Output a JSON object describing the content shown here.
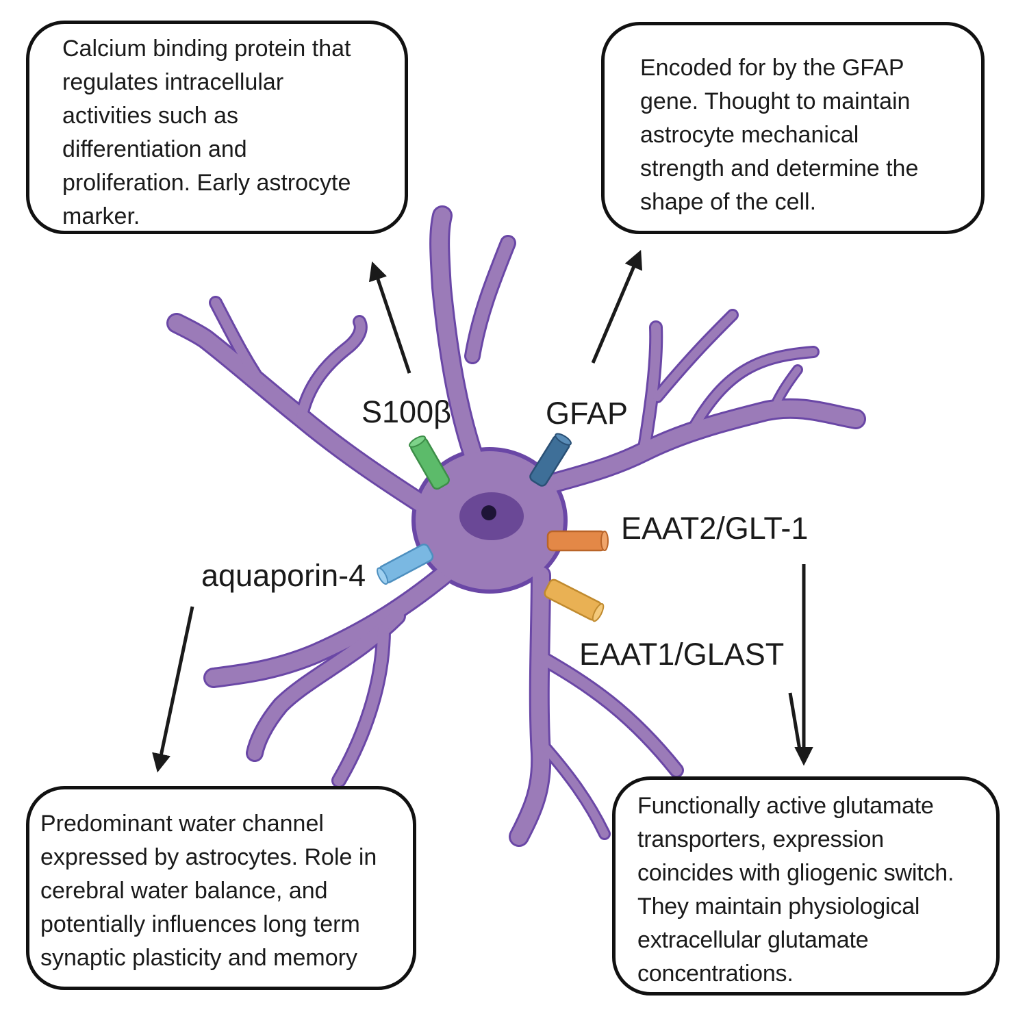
{
  "markers": {
    "s100b": "S100β",
    "gfap": "GFAP",
    "eaat2": "EAAT2/GLT-1",
    "eaat1": "EAAT1/GLAST",
    "aquaporin4": "aquaporin-4"
  },
  "descriptions": {
    "s100b": "Calcium binding protein that\nregulates intracellular\nactivities such as\ndifferentiation and\nproliferation. Early astrocyte\nmarker.",
    "gfap": "Encoded for by the GFAP\ngene. Thought to maintain\nastrocyte mechanical\nstrength and determine the\nshape of the cell.",
    "aquaporin4": "Predominant water channel\nexpressed by astrocytes. Role in\ncerebral water balance, and\npotentially influences long term\nsynaptic plasticity and memory",
    "glutamate_transporters": "Functionally active glutamate\ntransporters, expression\ncoincides with gliogenic switch.\nThey maintain physiological\nextracellular glutamate\nconcentrations."
  },
  "colors": {
    "cell_fill": "#9b7bb8",
    "cell_outline": "#6a47a6",
    "nucleus": "#6a4896",
    "nucleolus": "#1e1437",
    "s100b_channel": "#5cbb6a",
    "gfap_channel": "#3e6f98",
    "eaat2_channel": "#e38847",
    "eaat1_channel": "#e9b154",
    "aquaporin4_channel": "#7ab8e2",
    "arrow": "#1a1a1a"
  }
}
